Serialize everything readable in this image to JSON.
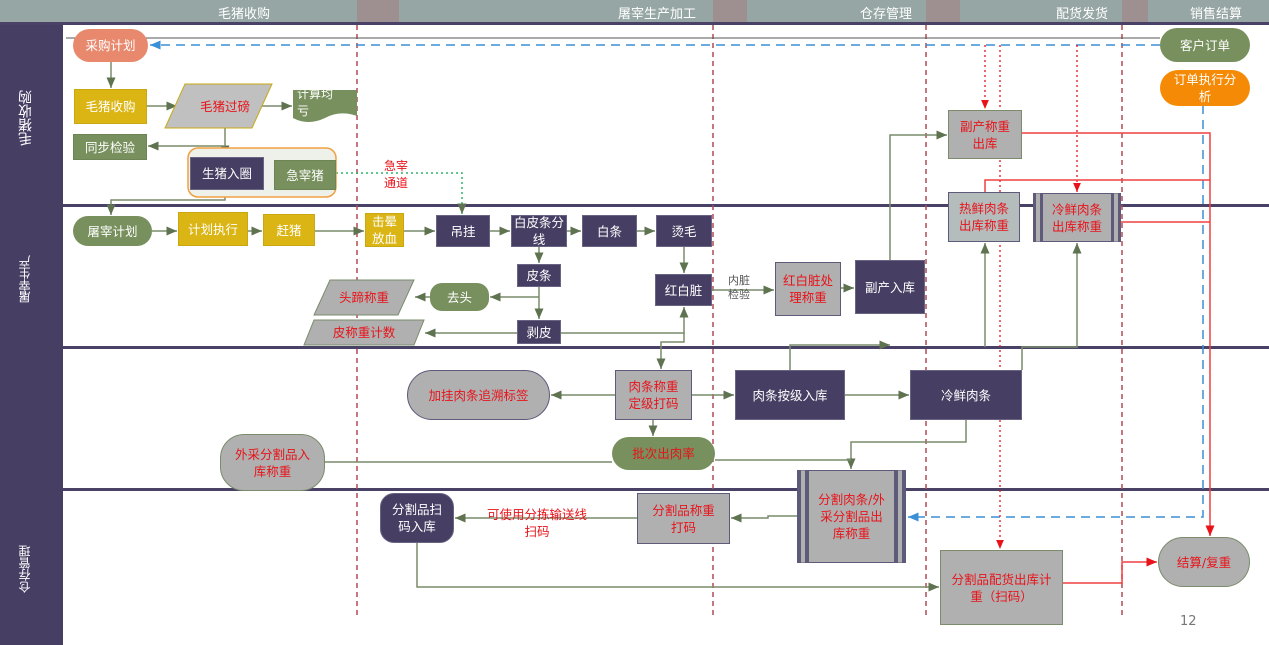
{
  "phases": [
    "毛猪收购",
    "屠宰生产加工",
    "仓存管理",
    "配货发货",
    "销售结算"
  ],
  "lanes": [
    "毛猪收购",
    "屠宰生产",
    "仓存管理"
  ],
  "nodes": {
    "caigou": "采购计划",
    "kehu": "客户订单",
    "dingdan": "订单执行分析",
    "maozhu_shougou": "毛猪收购",
    "guobang": "毛猪过磅",
    "junkui": "计算均亏",
    "jianyan": "同步检验",
    "ruquan": "生猪入圈",
    "jizaizhu": "急宰猪",
    "jizai_tongdao": "急宰通道",
    "fuchan_chuku": "副产称重出库",
    "rexian": "热鲜肉条出库称重",
    "lengxian_chuku": "冷鲜肉条出库称重",
    "tuzai": "屠宰计划",
    "zhixing": "计划执行",
    "ganzhu": "赶猪",
    "jiyun": "击晕放血",
    "diaogua": "吊挂",
    "baipi": "白皮条分线",
    "baitiao": "白条",
    "tangmao": "烫毛",
    "pitiao": "皮条",
    "qutou": "去头",
    "touti": "头蹄称重",
    "bopi": "剥皮",
    "pichengzhong": "皮称重计数",
    "hongbai": "红白脏",
    "neizang": "内脏检验",
    "hongbai_chuli": "红白脏处理称重",
    "fuchan_ruku": "副产入库",
    "biaoqian": "加挂肉条追溯标签",
    "dingji": "肉条称重定级打码",
    "anji": "肉条按级入库",
    "lengxian": "冷鲜肉条",
    "waicai": "外采分割品入库称重",
    "churoulv": "批次出肉率",
    "fenge_chuku": "分割肉条/外采分割品出库称重",
    "fenge_dama": "分割品称重打码",
    "fenjian": "可使用分拣输送线扫码",
    "saoma": "分割品扫码入库",
    "peihuo": "分割品配货出库计重（扫码）",
    "jiesuan": "结算/复重"
  },
  "page_number": "12",
  "colors": {
    "lane": "#473f63",
    "header": "#96a6a4",
    "yellow": "#dab513",
    "green": "#77905d",
    "orange": "#f58a07",
    "salmon": "#e8896e",
    "red": "#e8131a",
    "blue_dashed": "#3a8fd6"
  }
}
